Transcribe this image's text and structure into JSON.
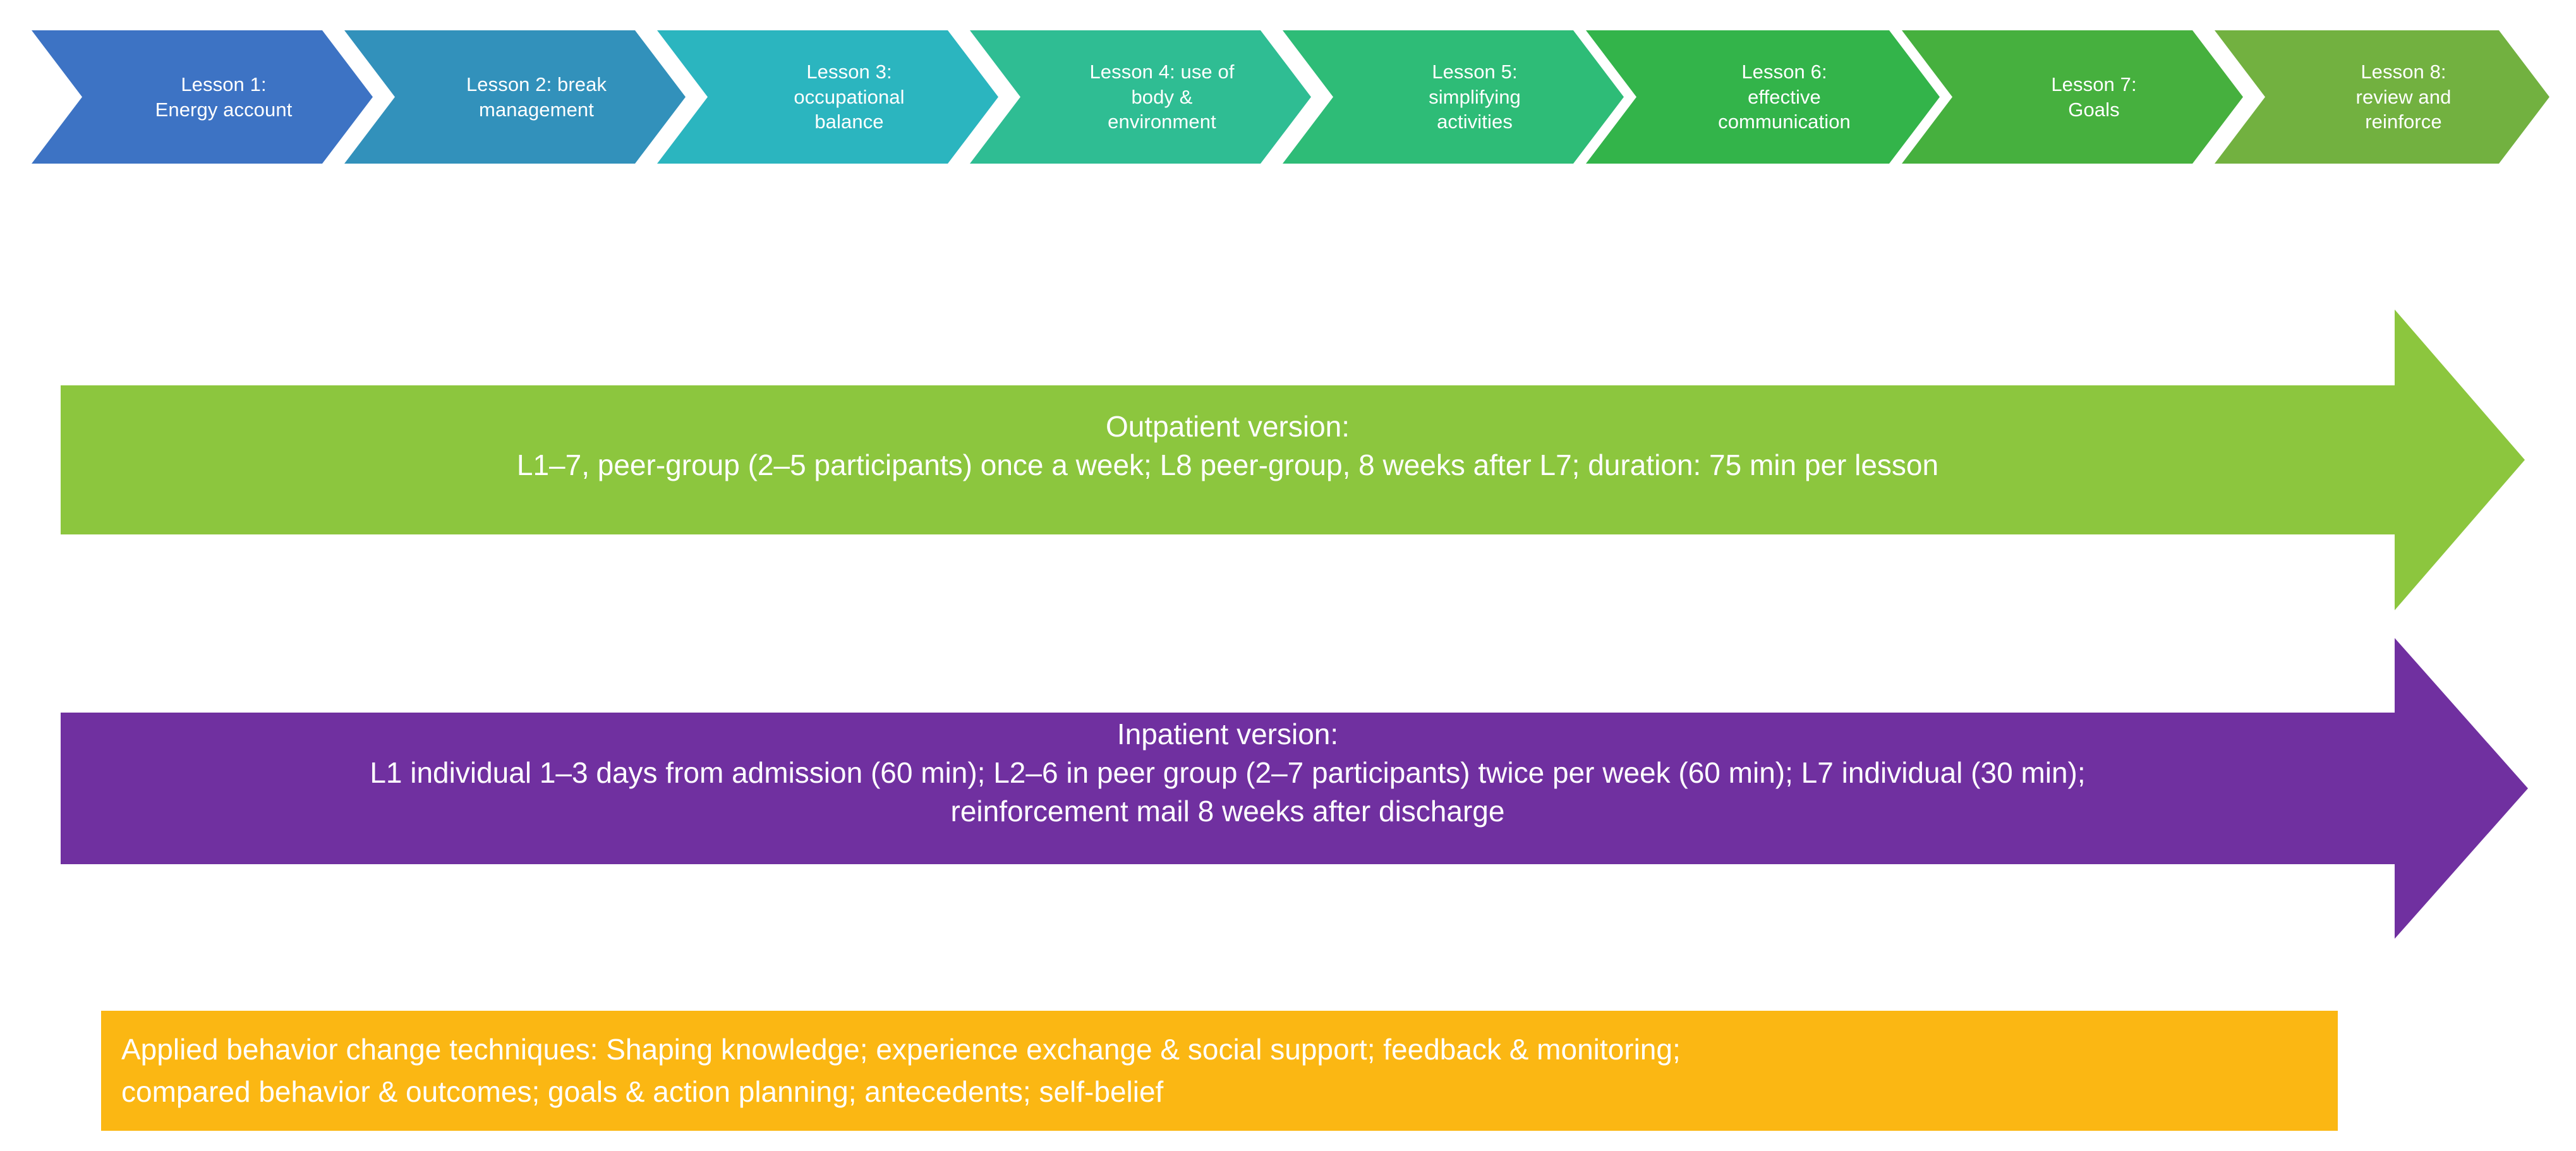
{
  "lessons": [
    {
      "label": "Lesson 1:\nEnergy account",
      "color": "#3d73c4"
    },
    {
      "label": "Lesson 2:  break\nmanagement",
      "color": "#3291bb"
    },
    {
      "label": "Lesson 3:\noccupational\nbalance",
      "color": "#2bb5bf"
    },
    {
      "label": "Lesson 4: use of\nbody &\nenvironment",
      "color": "#2fbd93"
    },
    {
      "label": "Lesson 5:\nsimplifying\nactivities",
      "color": "#2ebc77"
    },
    {
      "label": "Lesson 6:\neffective\ncommunication",
      "color": "#33b44a"
    },
    {
      "label": "Lesson 7:\nGoals",
      "color": "#46b03e"
    },
    {
      "label": "Lesson 8:\nreview and\nreinforce",
      "color": "#72b140"
    }
  ],
  "outpatient": {
    "title": "Outpatient version:",
    "detail": "L1–7, peer-group (2–5 participants) once a week; L8 peer-group, 8 weeks after L7; duration: 75 min per lesson",
    "text": "Outpatient version:\nL1–7, peer-group (2–5 participants) once a week; L8 peer-group, 8 weeks after L7; duration: 75 min per lesson",
    "color": "#8cc63e"
  },
  "inpatient": {
    "title": "Inpatient version:",
    "detail_line1": "L1 individual 1–3 days from admission (60 min); L2–6 in peer group (2–7 participants) twice per week (60 min); L7 individual (30 min);",
    "detail_line2": "reinforcement mail 8 weeks after discharge",
    "text": "Inpatient version:\nL1 individual 1–3 days from admission (60 min); L2–6 in peer group (2–7 participants) twice per week (60 min); L7 individual (30 min);\nreinforcement mail 8 weeks after discharge",
    "color": "#7030a0"
  },
  "techniques": {
    "text": "Applied behavior change techniques: Shaping knowledge; experience exchange & social support; feedback & monitoring;\ncompared behavior & outcomes; goals & action planning; antecedents; self-belief",
    "color": "#fbb713"
  }
}
